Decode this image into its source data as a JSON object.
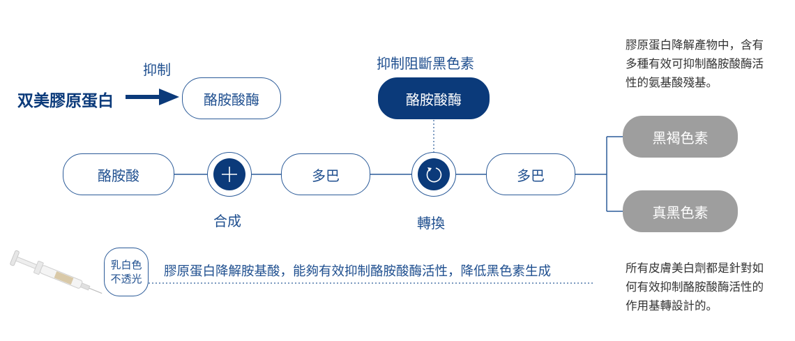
{
  "top": {
    "brand": "双美膠原蛋白",
    "inhibit_label": "抑制",
    "enzyme_box": "酪胺酸酶",
    "block_label": "抑制阻斷黑色素",
    "dark_enzyme_box": "酪胺酸酶"
  },
  "flow": {
    "tyrosine": "酪胺酸",
    "synthesis_label": "合成",
    "dopa1": "多巴",
    "convert_label": "轉換",
    "dopa2": "多巴",
    "pheomelanin": "黑褐色素",
    "eumelanin": "真黑色素"
  },
  "notes": {
    "top_right": [
      "膠原蛋白降解產物中，含有",
      "多種有效可抑制酪胺酸酶活",
      "性的氨基酸殘基。"
    ],
    "bottom_right": [
      "所有皮膚美白劑都是針對如",
      "何有效抑制酪胺酸酶活性的",
      "作用基轉設計的。"
    ]
  },
  "bottom": {
    "product_badge": [
      "乳白色",
      "不透光"
    ],
    "description": "膠原蛋白降解胺基酸，能夠有效抑制酪胺酸酶活性，降低黑色素生成"
  },
  "colors": {
    "navy": "#0b3a7a",
    "blue_text": "#1f4f8f",
    "gray_box": "#9e9e9e"
  }
}
